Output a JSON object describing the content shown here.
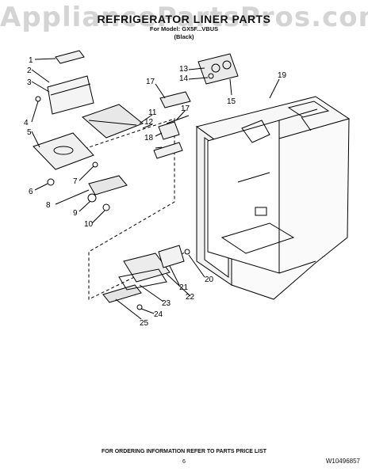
{
  "watermark": "AppliancePartsPros.com",
  "title": "REFRIGERATOR LINER PARTS",
  "subtitle_model": "For Model: GX5F...VBUS",
  "subtitle_color": "(Black)",
  "callouts": [
    "1",
    "2",
    "3",
    "4",
    "5",
    "6",
    "7",
    "8",
    "9",
    "10",
    "11",
    "12",
    "13",
    "14",
    "15",
    "17",
    "17",
    "18",
    "19",
    "20",
    "21",
    "22",
    "23",
    "24",
    "25"
  ],
  "footer_note": "FOR ORDERING INFORMATION REFER TO PARTS PRICE LIST",
  "page_number": "6",
  "document_number": "W10496857"
}
